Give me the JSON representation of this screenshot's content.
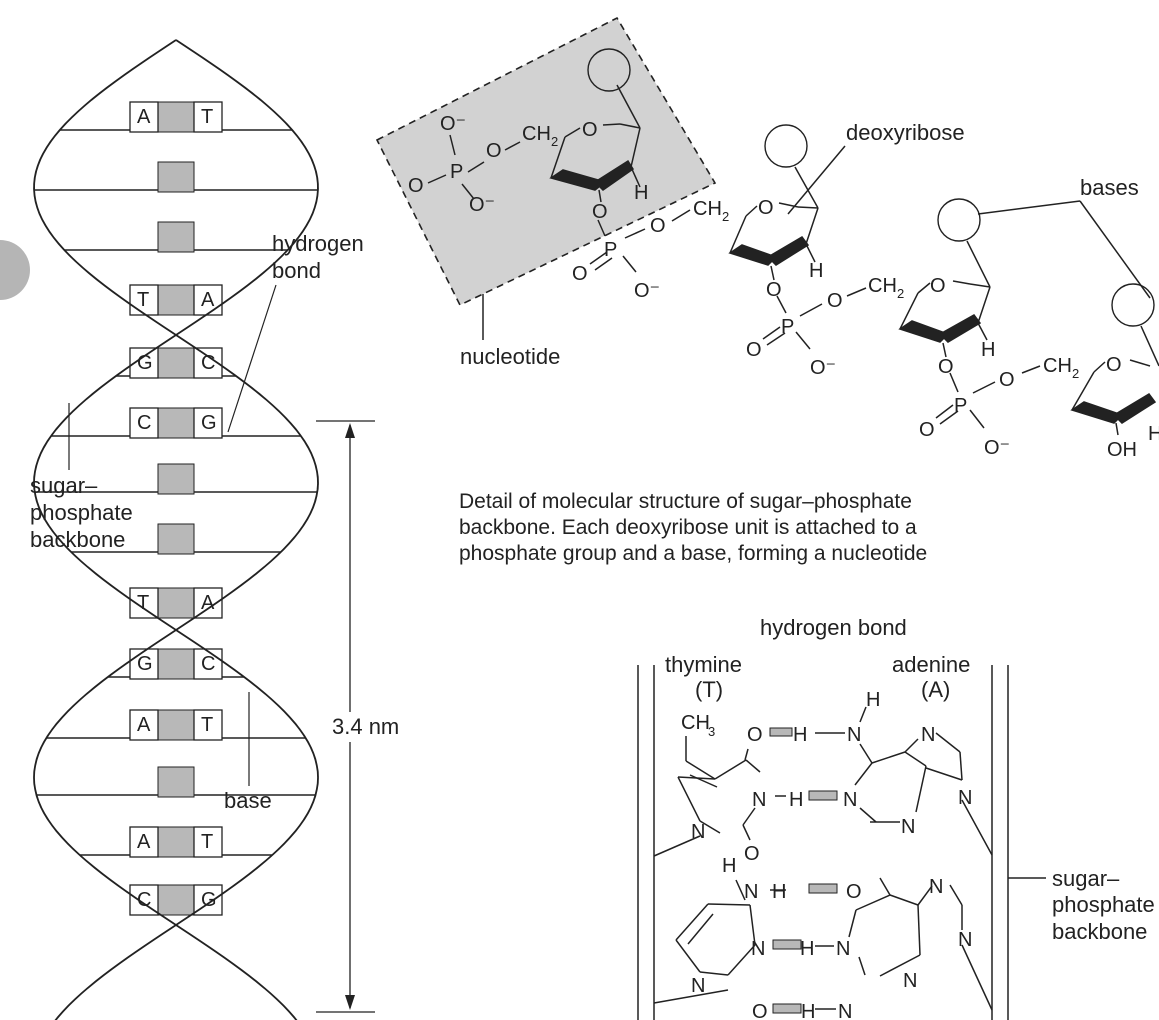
{
  "helix": {
    "base_pairs": [
      [
        "A",
        "T"
      ],
      [
        "",
        ""
      ],
      [
        "",
        ""
      ],
      [
        "T",
        "A"
      ],
      [
        "G",
        "C"
      ],
      [
        "C",
        "G"
      ],
      [
        "",
        ""
      ],
      [
        "",
        ""
      ],
      [
        "T",
        "A"
      ],
      [
        "G",
        "C"
      ],
      [
        "A",
        "T"
      ],
      [
        "",
        ""
      ],
      [
        "A",
        "T"
      ],
      [
        "C",
        "G"
      ]
    ],
    "label_hbond_1": "hydrogen",
    "label_hbond_2": "bond",
    "label_backbone_1": "sugar–",
    "label_backbone_2": "phosphate",
    "label_backbone_3": "backbone",
    "label_base": "base",
    "label_pitch": "3.4 nm"
  },
  "backbone_detail": {
    "label_deoxyribose": "deoxyribose",
    "label_bases": "bases",
    "label_nucleotide": "nucleotide",
    "atoms": {
      "O": "O",
      "O_minus": "O⁻",
      "P": "P",
      "CH": "CH",
      "sub2": "2",
      "H": "H",
      "OH": "OH"
    },
    "caption_1": "Detail of molecular structure of sugar–phosphate",
    "caption_2": "backbone. Each deoxyribose unit is attached to a",
    "caption_3": "phosphate group and a base, forming a nucleotide"
  },
  "pairing": {
    "label_hbond": "hydrogen bond",
    "label_thymine": "thymine",
    "label_thymine_abbr": "(T)",
    "label_adenine": "adenine",
    "label_adenine_abbr": "(A)",
    "label_backbone_1": "sugar–",
    "label_backbone_2": "phosphate",
    "label_backbone_3": "backbone",
    "atoms": {
      "CH": "CH",
      "sub3": "3",
      "O": "O",
      "N": "N",
      "H": "H"
    }
  },
  "colors": {
    "ink": "#222222",
    "shade": "#b8b8b8",
    "nucleotide_fill": "#d2d2d2"
  }
}
